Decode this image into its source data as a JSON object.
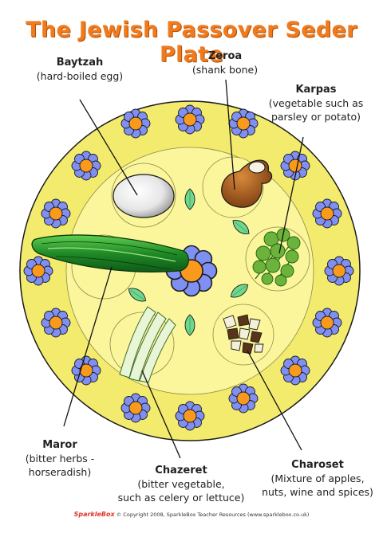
{
  "title": "The Jewish Passover Seder Plate",
  "items": {
    "baytzah": {
      "name": "Baytzah",
      "desc": [
        "(hard-boiled egg)"
      ]
    },
    "zeroa": {
      "name": "Zeroa",
      "desc": [
        "(shank bone)"
      ]
    },
    "karpas": {
      "name": "Karpas",
      "desc": [
        "(vegetable such as",
        "parsley or potato)"
      ]
    },
    "maror": {
      "name": "Maror",
      "desc": [
        "(bitter herbs -",
        "horseradish)"
      ]
    },
    "chazeret": {
      "name": "Chazeret",
      "desc": [
        "(bitter vegetable,",
        "such as celery or lettuce)"
      ]
    },
    "charoset": {
      "name": "Charoset",
      "desc": [
        "(Mixture of apples,",
        "nuts, wine and spices)"
      ]
    }
  },
  "footer": {
    "brand": "SparkleBox",
    "text": "© Copyright 2008, SparkleBox Teacher Resources (www.sparklebox.co.uk)"
  },
  "colors": {
    "title": "#f07a1e",
    "plate": "#fbf59b",
    "plate_rim": "#f3eb6e",
    "petal": "#7f8ff2",
    "flower_center": "#f99a1c",
    "leaf": "#6ed88f"
  }
}
